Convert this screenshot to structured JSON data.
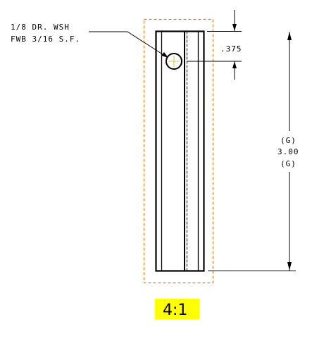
{
  "drawing": {
    "callout": {
      "line1": "1/8 DR. WSH",
      "line2": "FWB 3/16 S.F."
    },
    "dim_small": ".375",
    "dim_length": {
      "top": "(G)",
      "value": "3.00",
      "bottom": "(G)"
    },
    "scale_label": "4:1",
    "colors": {
      "line": "#000000",
      "boundary": "#e07820",
      "highlight": "#ffff00",
      "hole_center": "#c8c850"
    }
  }
}
